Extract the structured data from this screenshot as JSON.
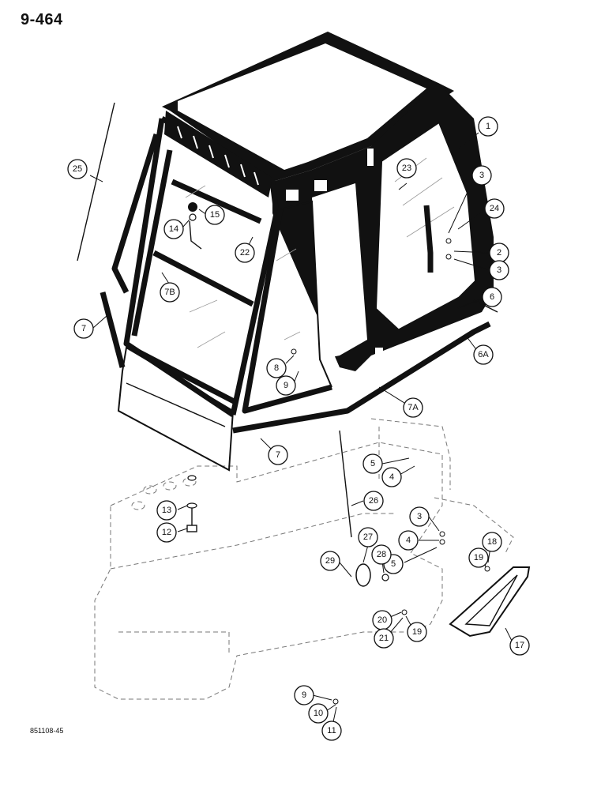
{
  "page": {
    "number": "9-464",
    "drawing_code": "851108-45"
  },
  "callouts": [
    {
      "id": "c1",
      "label": "1"
    },
    {
      "id": "c2",
      "label": "2"
    },
    {
      "id": "c3a",
      "label": "3"
    },
    {
      "id": "c3b",
      "label": "3"
    },
    {
      "id": "c3c",
      "label": "3"
    },
    {
      "id": "c4a",
      "label": "4"
    },
    {
      "id": "c4b",
      "label": "4"
    },
    {
      "id": "c5a",
      "label": "5"
    },
    {
      "id": "c5b",
      "label": "5"
    },
    {
      "id": "c6",
      "label": "6"
    },
    {
      "id": "c6a",
      "label": "6A"
    },
    {
      "id": "c7a",
      "label": "7"
    },
    {
      "id": "c7b",
      "label": "7"
    },
    {
      "id": "c7A",
      "label": "7A"
    },
    {
      "id": "c7B",
      "label": "7B"
    },
    {
      "id": "c8",
      "label": "8"
    },
    {
      "id": "c9a",
      "label": "9"
    },
    {
      "id": "c9b",
      "label": "9"
    },
    {
      "id": "c10",
      "label": "10"
    },
    {
      "id": "c11",
      "label": "11"
    },
    {
      "id": "c12",
      "label": "12"
    },
    {
      "id": "c13",
      "label": "13"
    },
    {
      "id": "c14",
      "label": "14"
    },
    {
      "id": "c15",
      "label": "15"
    },
    {
      "id": "c17",
      "label": "17"
    },
    {
      "id": "c18",
      "label": "18"
    },
    {
      "id": "c19a",
      "label": "19"
    },
    {
      "id": "c19b",
      "label": "19"
    },
    {
      "id": "c20",
      "label": "20"
    },
    {
      "id": "c21",
      "label": "21"
    },
    {
      "id": "c22",
      "label": "22"
    },
    {
      "id": "c23",
      "label": "23"
    },
    {
      "id": "c24",
      "label": "24"
    },
    {
      "id": "c25",
      "label": "25"
    },
    {
      "id": "c26",
      "label": "26"
    },
    {
      "id": "c27",
      "label": "27"
    },
    {
      "id": "c28",
      "label": "28"
    },
    {
      "id": "c29",
      "label": "29"
    }
  ]
}
